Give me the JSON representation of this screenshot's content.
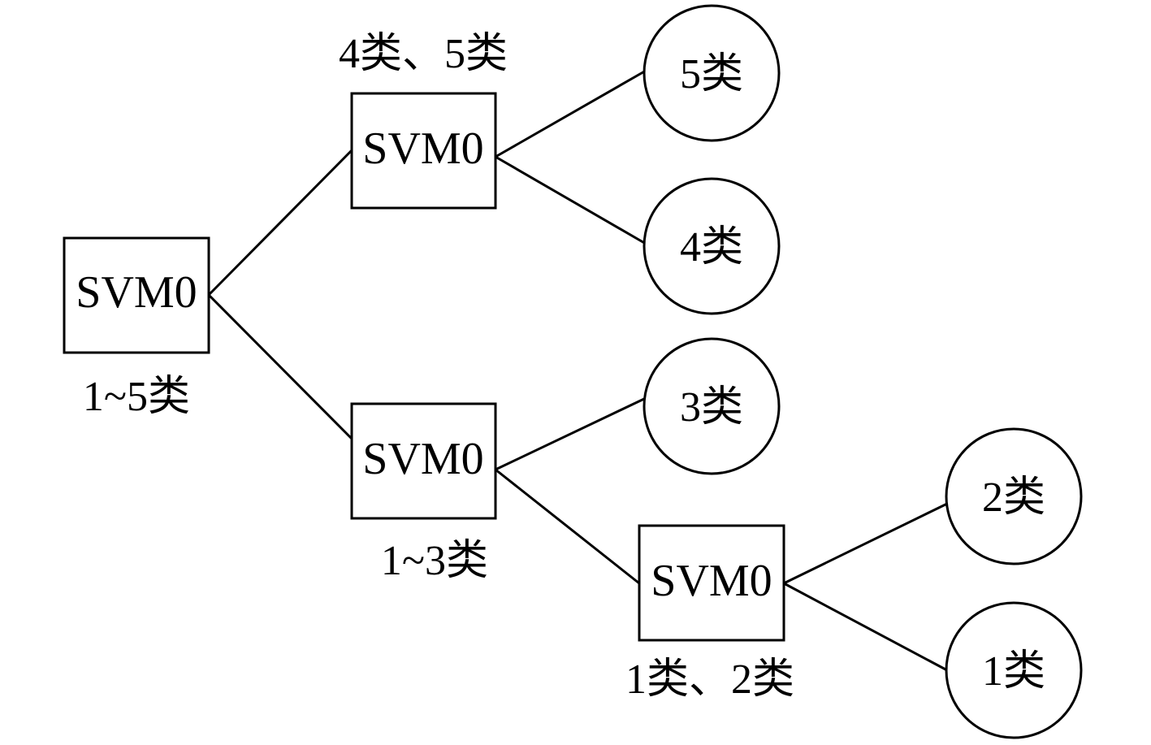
{
  "diagram": {
    "nodes": {
      "root": {
        "text": "SVM0",
        "label": "1~5类"
      },
      "upper": {
        "text": "SVM0",
        "label": "4类、5类"
      },
      "lower": {
        "text": "SVM0",
        "label": "1~3类"
      },
      "bottom": {
        "text": "SVM0",
        "label": "1类、2类"
      }
    },
    "leaves": {
      "class5": "5类",
      "class4": "4类",
      "class3": "3类",
      "class2": "2类",
      "class1": "1类"
    }
  }
}
